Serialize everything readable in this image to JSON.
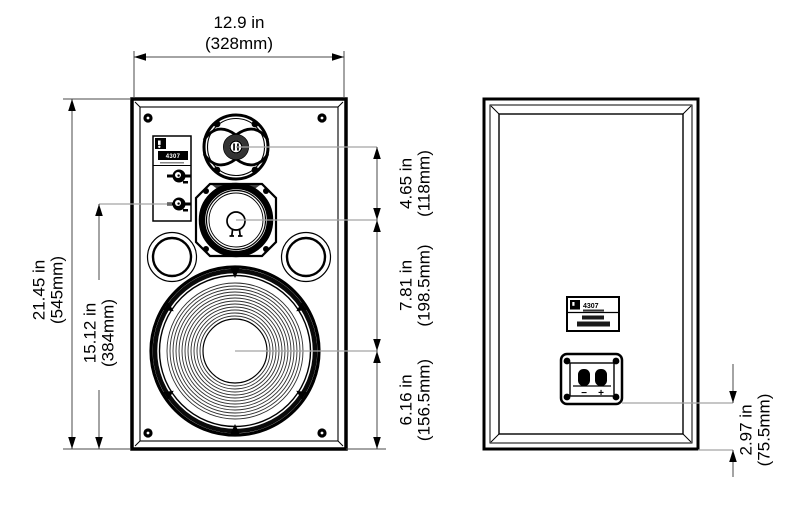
{
  "drawing": {
    "front_view": {
      "control_panel": {
        "model": "4307"
      },
      "dimensions": {
        "width": {
          "inches": "12.9 in",
          "metric": "(328mm)"
        },
        "height": {
          "inches": "21.45 in",
          "metric": "(545mm)"
        },
        "attenuator_to_bottom": {
          "inches": "15.12 in",
          "metric": "(384mm)"
        },
        "tweeter_to_midrange": {
          "inches": "4.65 in",
          "metric": "(118mm)"
        },
        "midrange_to_woofer": {
          "inches": "7.81 in",
          "metric": "(198.5mm)"
        },
        "woofer_to_bottom": {
          "inches": "6.16 in",
          "metric": "(156.5mm)"
        }
      }
    },
    "rear_view": {
      "spec_label": {
        "model": "4307"
      },
      "terminal": {
        "negative_mark": "−",
        "positive_mark": "+"
      },
      "dimensions": {
        "terminal_to_bottom": {
          "inches": "2.97 in",
          "metric": "(75.5mm)"
        }
      }
    },
    "colors": {
      "ink": "#000000",
      "dim_line": "#4a4a4a",
      "leader_line": "#a3a3a3",
      "background": "#ffffff"
    }
  }
}
